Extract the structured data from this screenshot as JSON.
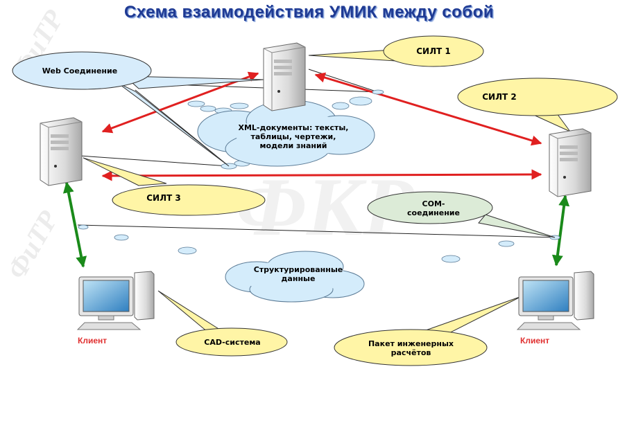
{
  "title": "Схема взаимодействия УМИК между собой",
  "watermark": {
    "text_short": "ФиТР",
    "text_large": "ФКР"
  },
  "nodes": {
    "silt1": "СИЛТ 1",
    "silt2": "СИЛТ 2",
    "silt3": "СИЛТ 3",
    "client_left": "Клиент",
    "client_right": "Клиент"
  },
  "callouts": {
    "web": "Web Соединение",
    "xml": [
      "XML-документы: тексты,",
      "таблицы, чертежи,",
      "модели знаний"
    ],
    "com": [
      "COM-",
      "соединение"
    ],
    "struct": [
      "Структурированные",
      "данные"
    ],
    "cad": "CAD-система",
    "calc": [
      "Пакет инженерных",
      "расчётов"
    ]
  },
  "colors": {
    "title": "#1f3a93",
    "web_link": "#e02020",
    "com_link": "#1a8a1a",
    "silt_bubble": "#fff5a6",
    "web_bubble": "#d7ecfb",
    "com_bubble": "#dcebd7",
    "client_label": "#e03030"
  },
  "icons": [
    "server-icon",
    "computer-icon"
  ]
}
